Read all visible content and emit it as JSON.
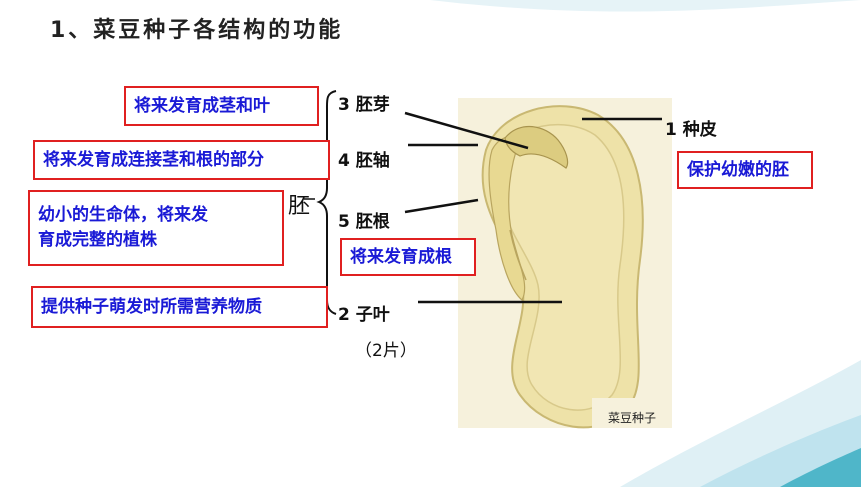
{
  "title": "1、菜豆种子各结构的功能",
  "boxes": {
    "plumule_func": "将来发育成茎和叶",
    "hypocotyl_func": "将来发育成连接茎和根的部分",
    "embryo_func_line1": "幼小的生命体，将来发",
    "embryo_func_line2": "育成完整的植株",
    "radicle_func": "将来发育成根",
    "cotyledon_func": "提供种子萌发时所需营养物质",
    "seedcoat_func": "保护幼嫩的胚"
  },
  "labels": {
    "plumule": "3 胚芽",
    "hypocotyl": "4 胚轴",
    "radicle": "5 胚根",
    "cotyledon": "2  子叶",
    "cotyledon_count": "（2片）",
    "embryo": "胚",
    "seed_coat": "1 种皮",
    "image_caption": "菜豆种子"
  },
  "colors": {
    "box_border": "#e02020",
    "box_text": "#1a1ad6",
    "bean_fill": "#eee2a8",
    "bean_edge": "#c9b872",
    "accent_teal": "#4fb6c9"
  }
}
